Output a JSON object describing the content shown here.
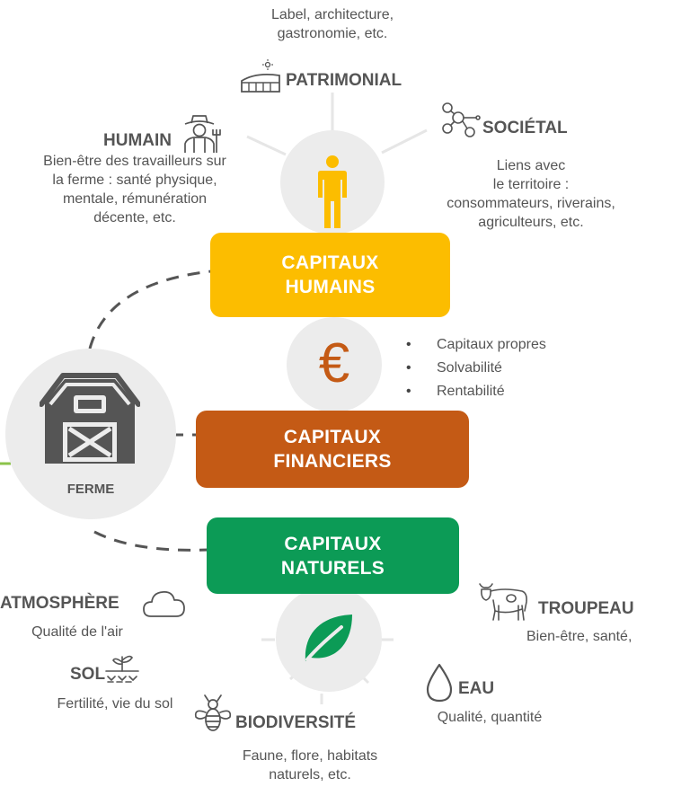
{
  "humains": {
    "box_label_line1": "CAPITAUX",
    "box_label_line2": "HUMAINS",
    "patrimonial": {
      "title": "PATRIMONIAL",
      "desc_line1": "Label, architecture,",
      "desc_line2": "gastronomie, etc."
    },
    "humain": {
      "title": "HUMAIN",
      "desc_line1": "Bien-être des travailleurs sur",
      "desc_line2": "la ferme : santé physique,",
      "desc_line3": "mentale, rémunération",
      "desc_line4": "décente, etc."
    },
    "societal": {
      "title": "SOCIÉTAL",
      "desc_line1": "Liens avec",
      "desc_line2": "le territoire :",
      "desc_line3": "consommateurs, riverains,",
      "desc_line4": "agriculteurs, etc."
    }
  },
  "financiers": {
    "box_label_line1": "CAPITAUX",
    "box_label_line2": "FINANCIERS",
    "symbol": "€",
    "bullets": [
      "Capitaux propres",
      "Solvabilité",
      "Rentabilité"
    ]
  },
  "naturels": {
    "box_label_line1": "CAPITAUX",
    "box_label_line2": "NATURELS",
    "atmosphere": {
      "title": "ATMOSPHÈRE",
      "desc": "Qualité de l'air"
    },
    "sol": {
      "title": "SOL",
      "desc": "Fertilité, vie du sol"
    },
    "biodiversite": {
      "title": "BIODIVERSITÉ",
      "desc_line1": "Faune, flore, habitats",
      "desc_line2": "naturels, etc."
    },
    "eau": {
      "title": "EAU",
      "desc": "Qualité, quantité"
    },
    "troupeau": {
      "title": "TROUPEAU",
      "desc": "Bien-être, santé,"
    }
  },
  "ferme": {
    "label": "FERME"
  },
  "colors": {
    "humains": "#FCBD00",
    "financiers": "#C45A15",
    "naturels": "#0C9B56",
    "circle": "#ECECEC",
    "dash": "#555555",
    "green_line": "#8BC34A"
  },
  "icons": [
    "greenhouse-icon",
    "farmer-icon",
    "network-people-icon",
    "person-icon",
    "euro-icon",
    "barn-icon",
    "cloud-icon",
    "sprout-soil-icon",
    "bee-icon",
    "leaf-icon",
    "water-drop-icon",
    "cow-icon"
  ]
}
